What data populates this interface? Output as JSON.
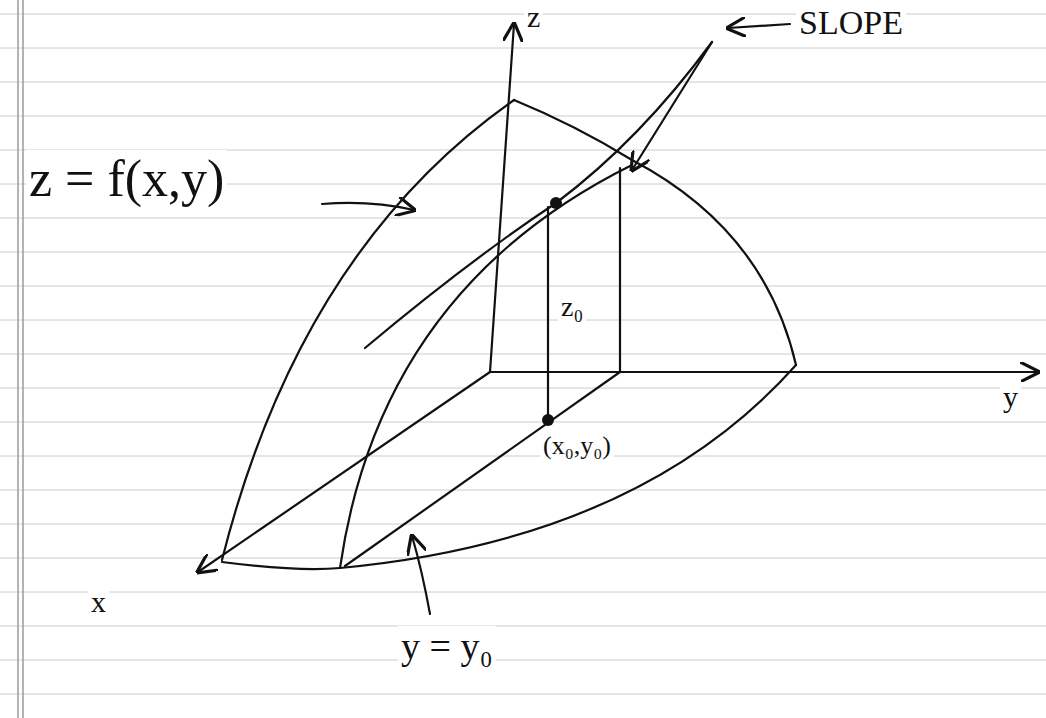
{
  "diagram": {
    "labels": [
      "z",
      "SLOPE",
      "z = f(x,y)",
      "z₀",
      "y",
      "(x₀,y₀)",
      "x",
      "y = y₀"
    ]
  }
}
